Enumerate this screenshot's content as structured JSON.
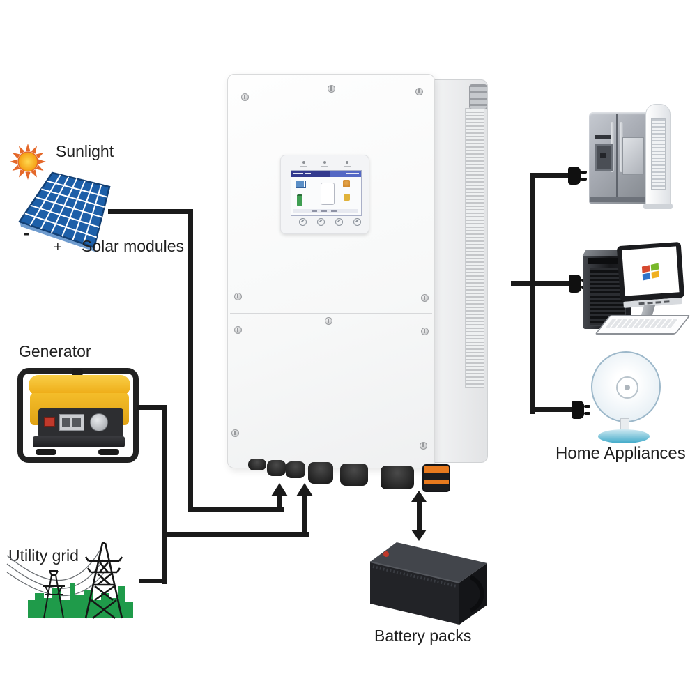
{
  "diagram_title": "Hybrid solar inverter system connection diagram",
  "labels": {
    "sunlight": "Sunlight",
    "solar_modules": "Solar modules",
    "generator": "Generator",
    "utility_grid": "Utility grid",
    "home_appliances": "Home Appliances",
    "battery_packs": "Battery packs",
    "solar_minus": "-",
    "solar_plus": "+"
  },
  "nodes": [
    "sunlight",
    "solar-modules",
    "generator",
    "utility-grid",
    "inverter",
    "battery-packs",
    "home-appliances"
  ],
  "appliances": [
    "refrigerator",
    "air-conditioner",
    "computer",
    "fan"
  ],
  "connections": [
    {
      "from": "solar-modules",
      "to": "inverter",
      "type": "arrow-into-bottom-ports"
    },
    {
      "from": "generator",
      "to": "inverter",
      "type": "arrow-into-bottom-ports"
    },
    {
      "from": "utility-grid",
      "to": "inverter",
      "type": "arrow-into-bottom-ports"
    },
    {
      "from": "inverter",
      "to": "battery-packs",
      "type": "bidirectional-arrow"
    },
    {
      "from": "inverter",
      "to": "home-appliances",
      "type": "branch-with-plugs"
    }
  ],
  "icons": {
    "sun": "radial-star-shape",
    "solar-panel": "blue-cell-grid-parallelogram",
    "generator": "yellow-portable-genset",
    "utility-grid": "green-skyline-with-pylons",
    "battery": "black-3d-battery-box",
    "plug": "two-prong-plug-shape",
    "windows-logo": "four-color-tiles",
    "arrow": "solid-black-triangle"
  },
  "colors": {
    "line": "#1a1a1a",
    "text": "#1f1f1f",
    "panel_blue": "#1d5fa8",
    "panel_frame": "#123f73",
    "sun_ray": "#e4682a",
    "gen_yellow": "#f0b320",
    "frame_dark": "#212121",
    "grid_green": "#1f9b4a",
    "screen_navy": "#333a8e",
    "screen_blue": "#5468c4",
    "conn_orange": "#e87a1e",
    "battery_dark": "#202126",
    "fan_blue": "#3fa9c8"
  }
}
